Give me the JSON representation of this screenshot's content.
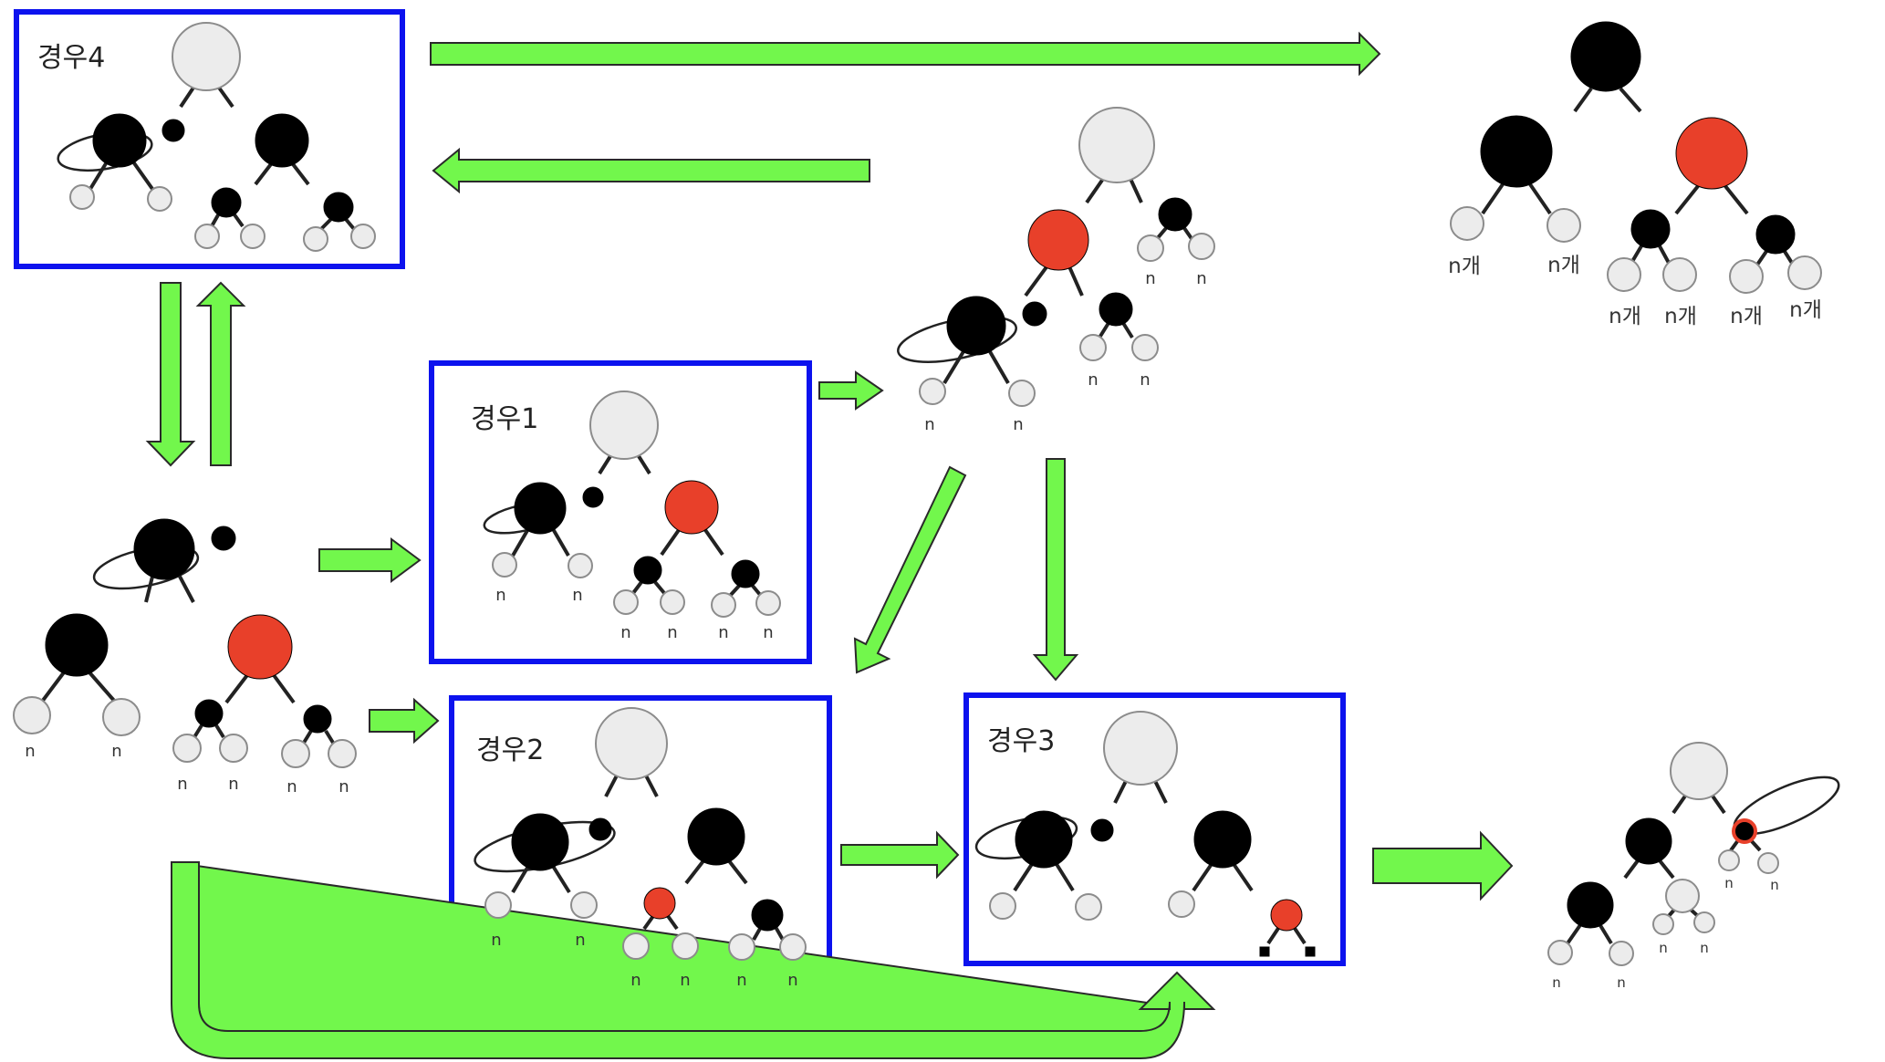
{
  "cases": {
    "case4": "경우4",
    "case1": "경우1",
    "case2": "경우2",
    "case3": "경우3"
  },
  "null_label": "n",
  "count_label": "n개",
  "colors": {
    "black_node": "#000000",
    "red_node": "#e8402a",
    "gray_node": "#ececec",
    "case_border": "#0c12ee",
    "arrow_fill": "#72f74c"
  }
}
